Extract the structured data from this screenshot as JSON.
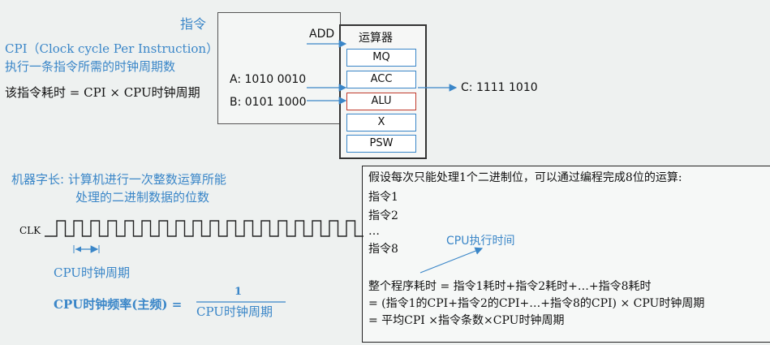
{
  "top": {
    "instr_label": "指令",
    "cpi_title": "CPI（Clock cycle Per Instruction）",
    "cpi_desc": "执行一条指令所需的时钟周期数",
    "time_formula": "该指令耗时 = CPI × CPU时钟周期",
    "add_label": "ADD",
    "operand_a": "A: 1010 0010",
    "operand_b": "B: 0101 1000",
    "result_c": "C: 1111 1010",
    "alu_title": "运算器",
    "registers": [
      "MQ",
      "ACC",
      "ALU",
      "X",
      "PSW"
    ]
  },
  "bottom_left": {
    "word_length_line1": "机器字长: 计算机进行一次整数运算所能",
    "word_length_line2": "处理的二进制数据的位数",
    "clk_label": "CLK",
    "cycle_label": "CPU时钟周期",
    "freq_label": "CPU时钟频率(主频) =",
    "freq_numerator": "1",
    "freq_denominator": "CPU时钟周期"
  },
  "program_box": {
    "header": "假设每次只能处理1个二进制位，可以通过编程完成8位的运算:",
    "instr1": "指令1",
    "instr2": "指令2",
    "ellipsis": "…",
    "instr8": "指令8",
    "exec_time_label": "CPU执行时间",
    "total_line1": "整个程序耗时 = 指令1耗时+指令2耗时+…+指令8耗时",
    "total_line2": "= (指令1的CPI+指令2的CPI+…+指令8的CPI) × CPU时钟周期",
    "total_line3": "= 平均CPI ×指令条数×CPU时钟周期"
  },
  "colors": {
    "accent_blue": "#3a86c8",
    "alu_red": "#c0392b"
  }
}
